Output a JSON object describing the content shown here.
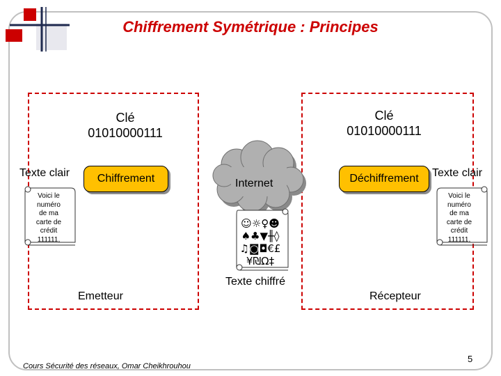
{
  "title": "Chiffrement Symétrique : Principes",
  "sender": {
    "key_title": "Clé",
    "key_value": "01010000111",
    "plaintext_label": "Texte clair",
    "process_label": "Chiffrement",
    "scroll_text": "Voici le\nnuméro\nde ma\ncarte de\ncrédit\n111111,",
    "role_label": "Emetteur"
  },
  "channel": {
    "network_label": "Internet",
    "cipher_lines": [
      "☺☼♀☻",
      "♠♣▼╫◊",
      "♫◙◘€£",
      "¥₪Ω‡"
    ],
    "ciphertext_label": "Texte chiffré"
  },
  "receiver": {
    "key_title": "Clé",
    "key_value": "01010000111",
    "process_label": "Déchiffrement",
    "plaintext_label": "Texte clair",
    "scroll_text": "Voici le\nnuméro\nde ma\ncarte de\ncrédit\n111111,",
    "role_label": "Récepteur"
  },
  "footer": {
    "course": "Cours Sécurité des réseaux, Omar Cheikhrouhou",
    "page_number": "5"
  },
  "colors": {
    "title": "#cc0000",
    "panel_border": "#cc0000",
    "process_box": "#ffc000",
    "cloud": "#b0b0b0",
    "logo_red": "#cc0000",
    "logo_navy": "#1f2a4f"
  }
}
